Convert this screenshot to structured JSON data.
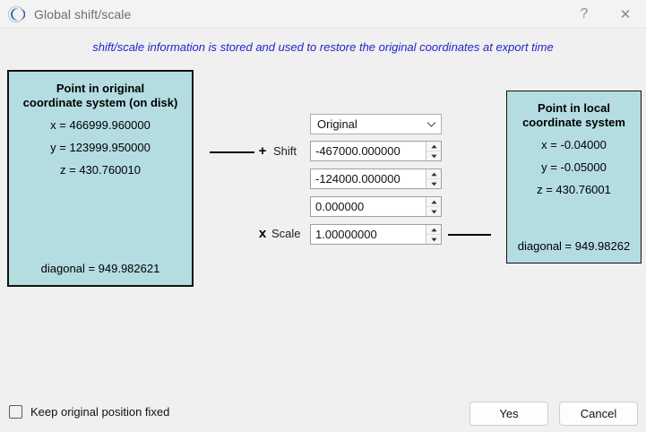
{
  "window": {
    "title": "Global shift/scale",
    "icon": "cloudcompare-logo-icon",
    "help_label": "?",
    "close_label": "✕"
  },
  "info": {
    "text": "shift/scale information is stored and used to restore the original coordinates at export time",
    "color": "#2222cc"
  },
  "panels": {
    "original": {
      "title_line1": "Point in original",
      "title_line2": "coordinate system (on disk)",
      "x": "x = 466999.960000",
      "y": "y = 123999.950000",
      "z": "z = 430.760010",
      "diagonal": "diagonal = 949.982621",
      "background": "#b4dde2"
    },
    "local": {
      "title_line1": "Point in local",
      "title_line2": "coordinate system",
      "x": "x = -0.04000",
      "y": "y = -0.05000",
      "z": "z = 430.76001",
      "diagonal": "diagonal = 949.98262",
      "background": "#b4dde2"
    }
  },
  "controls": {
    "mode_combo": {
      "value": "Original",
      "arrow": "∨"
    },
    "shift": {
      "symbol": "+",
      "label": "Shift",
      "x_value": "-467000.000000",
      "y_value": "-124000.000000",
      "z_value": "0.000000"
    },
    "scale": {
      "symbol": "x",
      "label": "Scale",
      "value": "1.00000000"
    },
    "spin_up": "▲",
    "spin_down": "▼"
  },
  "footer": {
    "keep_fixed_label": "Keep original position fixed",
    "keep_fixed_checked": false,
    "yes_label": "Yes",
    "cancel_label": "Cancel"
  }
}
